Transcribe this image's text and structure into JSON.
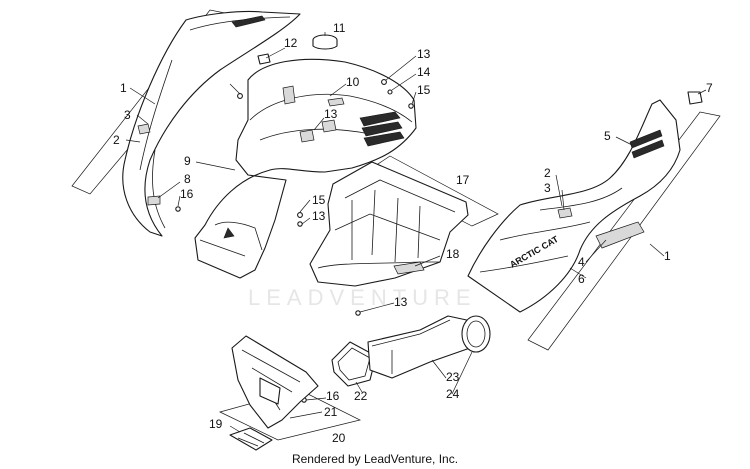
{
  "diagram": {
    "watermark": "LEADVENTURE",
    "decal_text": "ARCTIC CAT",
    "credit": "Rendered by LeadVenture, Inc.",
    "callouts": [
      "1",
      "3",
      "2",
      "11",
      "12",
      "13",
      "10",
      "14",
      "15",
      "13",
      "9",
      "8",
      "16",
      "15",
      "13",
      "17",
      "18",
      "13",
      "7",
      "5",
      "2",
      "3",
      "4",
      "6",
      "1",
      "22",
      "23",
      "24",
      "16",
      "21",
      "20",
      "19"
    ]
  }
}
